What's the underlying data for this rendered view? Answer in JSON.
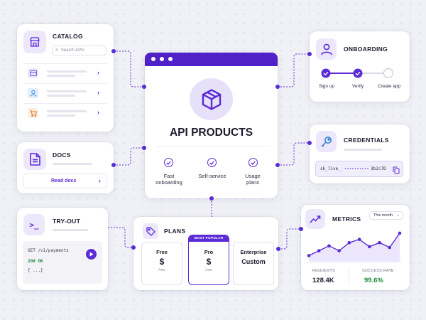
{
  "catalog": {
    "title": "CATALOG",
    "search_placeholder": "Search APIs",
    "icon": "storefront-icon",
    "rows": [
      {
        "icon": "card-icon"
      },
      {
        "icon": "user-icon"
      },
      {
        "icon": "cart-icon"
      }
    ]
  },
  "docs": {
    "title": "DOCS",
    "link": "Read docs",
    "icon": "document-icon"
  },
  "tryout": {
    "title": "TRY-OUT",
    "icon": "terminal-icon",
    "request": "GET /v1/payments",
    "status": "200 OK",
    "body": "{ ...}"
  },
  "main": {
    "title": "API PRODUCTS",
    "icon": "package-icon",
    "features": [
      {
        "line1": "Fast",
        "line2": "onboarding"
      },
      {
        "line1": "Self-service",
        "line2": ""
      },
      {
        "line1": "Usage",
        "line2": "plans"
      }
    ]
  },
  "onboarding": {
    "title": "ONBOARDING",
    "icon": "user-icon",
    "steps": [
      {
        "label": "Sign up",
        "done": true
      },
      {
        "label": "Verify",
        "done": true
      },
      {
        "label": "Create app",
        "done": false
      }
    ]
  },
  "credentials": {
    "title": "CREDENTIALS",
    "icon": "key-icon",
    "key_prefix": "sk_live_",
    "key_mask": "••••••••••",
    "key_suffix": "3b2c7D"
  },
  "plans": {
    "title": "PLANS",
    "icon": "tag-icon",
    "items": [
      {
        "name": "Free",
        "price": "$",
        "per": "/mo",
        "badge": ""
      },
      {
        "name": "Pro",
        "price": "$",
        "per": "/mo",
        "badge": "MOST POPULAR"
      },
      {
        "name": "Enterprise",
        "price": "Custom",
        "per": "",
        "badge": ""
      }
    ]
  },
  "metrics": {
    "title": "METRICS",
    "icon": "trend-icon",
    "range": "This month",
    "stats": [
      {
        "label": "REQUESTS",
        "value": "128.4K"
      },
      {
        "label": "SUCCESS RATE",
        "value": "99.6%"
      }
    ],
    "sparkline": [
      0.12,
      0.3,
      0.48,
      0.3,
      0.6,
      0.72,
      0.45,
      0.6,
      0.42,
      0.95
    ]
  },
  "colors": {
    "accent": "#5b2bd6",
    "accent_dark": "#4f21c6",
    "success": "#1f8a3b",
    "tile_bg": "#ece7fb"
  }
}
